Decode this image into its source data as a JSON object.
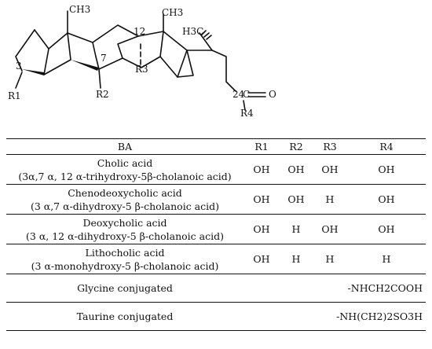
{
  "structure": {
    "labels": {
      "ch3_top_left": "CH3",
      "ch3_top_right": "CH3",
      "h3c": "H3C",
      "pos3": "3",
      "pos7": "7",
      "pos12": "12",
      "pos24": "24",
      "r1": "R1",
      "r2": "R2",
      "r3": "R3",
      "r4": "R4",
      "carbon": "C",
      "oxygen": "O"
    }
  },
  "table": {
    "headers": {
      "ba": "BA",
      "r1": "R1",
      "r2": "R2",
      "r3": "R3",
      "r4": "R4"
    },
    "rows": [
      {
        "name": "Cholic acid",
        "systematic": "(3α,7 α, 12 α-trihydroxy-5β-cholanoic acid)",
        "r1": "OH",
        "r2": "OH",
        "r3": "OH",
        "r4": "OH"
      },
      {
        "name": "Chenodeoxycholic acid",
        "systematic": "(3 α,7 α-dihydroxy-5 β-cholanoic acid)",
        "r1": "OH",
        "r2": "OH",
        "r3": "H",
        "r4": "OH"
      },
      {
        "name": "Deoxycholic acid",
        "systematic": "(3 α, 12 α-dihydroxy-5 β-cholanoic acid)",
        "r1": "OH",
        "r2": "H",
        "r3": "OH",
        "r4": "OH"
      },
      {
        "name": "Lithocholic acid",
        "systematic": "(3 α-monohydroxy-5 β-cholanoic acid)",
        "r1": "OH",
        "r2": "H",
        "r3": "H",
        "r4": "H"
      }
    ],
    "conjugates": [
      {
        "name": "Glycine conjugated",
        "r4": "-NHCH2COOH"
      },
      {
        "name": "Taurine conjugated",
        "r4": "-NH(CH2)2SO3H"
      }
    ]
  }
}
